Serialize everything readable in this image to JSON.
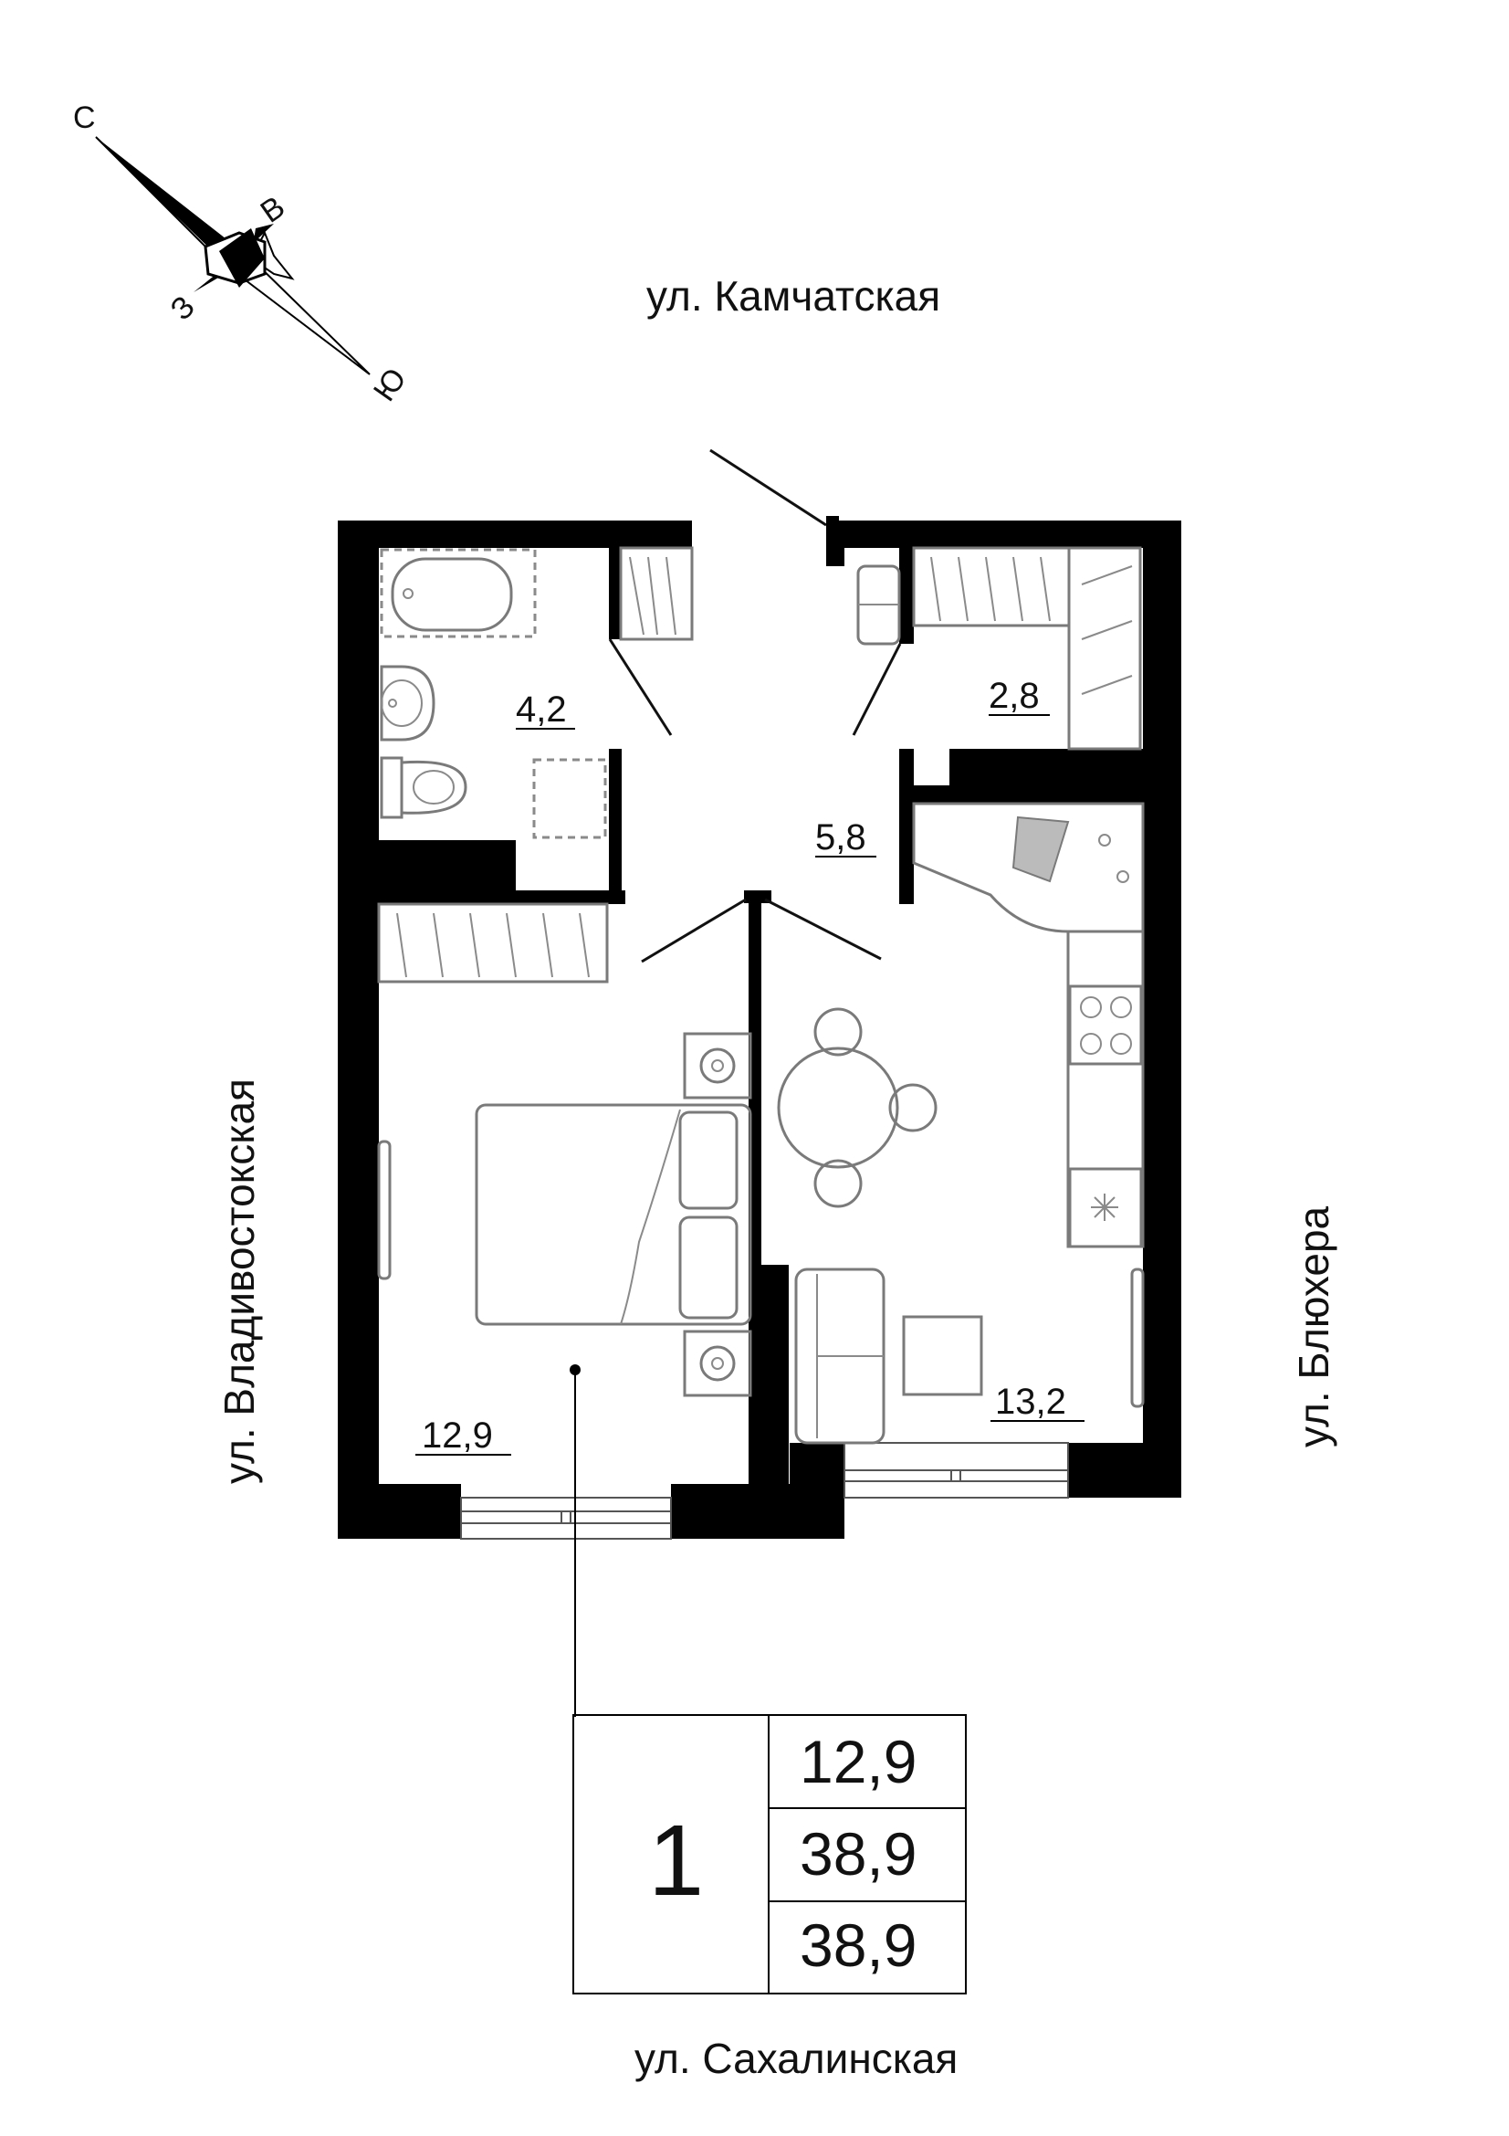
{
  "streets": {
    "north": "ул. Камчатская",
    "south": "ул. Сахалинская",
    "west": "ул. Владивостокская",
    "east": "ул. Блюхера"
  },
  "compass": {
    "north": "С",
    "east": "В",
    "south": "Ю",
    "west": "З"
  },
  "rooms": {
    "bathroom": "4,2",
    "storage": "2,8",
    "hallway": "5,8",
    "bedroom": "12,9",
    "kitchen_living": "13,2"
  },
  "summary_table": {
    "room_count": "1",
    "living_area": "12,9",
    "total_area": "38,9",
    "total_area_with_balcony": "38,9"
  },
  "colors": {
    "walls": "#000000",
    "furniture": "#7a7a7a",
    "text": "#111111"
  }
}
